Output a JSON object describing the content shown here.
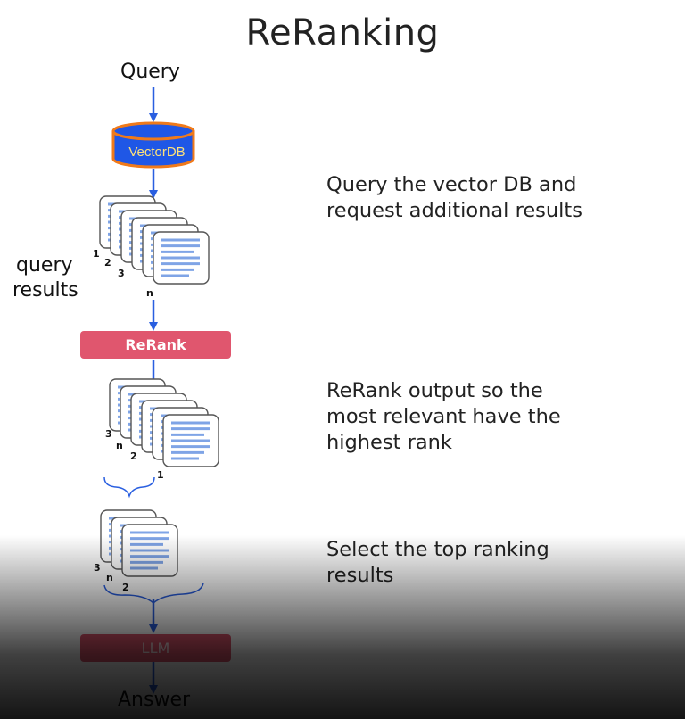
{
  "title": "ReRanking",
  "query_label": "Query",
  "db_label": "VectorDB",
  "results_label_line1": "query",
  "results_label_line2": "results",
  "rerank_label": "ReRank",
  "llm_label": "LLM",
  "answer_label": "Answer",
  "descriptions": {
    "step1": [
      "Query the vector DB and",
      "request additional results"
    ],
    "step2": [
      "ReRank output so the",
      "most relevant have the",
      "highest rank"
    ],
    "step3": [
      "Select the top ranking",
      "results"
    ]
  },
  "stack_markers": {
    "first": [
      "1",
      "2",
      "3",
      "n"
    ],
    "second": [
      "3",
      "n",
      "2",
      "1"
    ],
    "third": [
      "3",
      "n",
      "2"
    ]
  },
  "colors": {
    "arrow": "#2a5fe0",
    "db_fill": "#1f57e6",
    "db_border": "#f07a1a",
    "db_text": "#ffe27a",
    "rerank": "#e0566e",
    "llm": "#8a1f2e",
    "doc_lines": "#7fa4e6"
  }
}
